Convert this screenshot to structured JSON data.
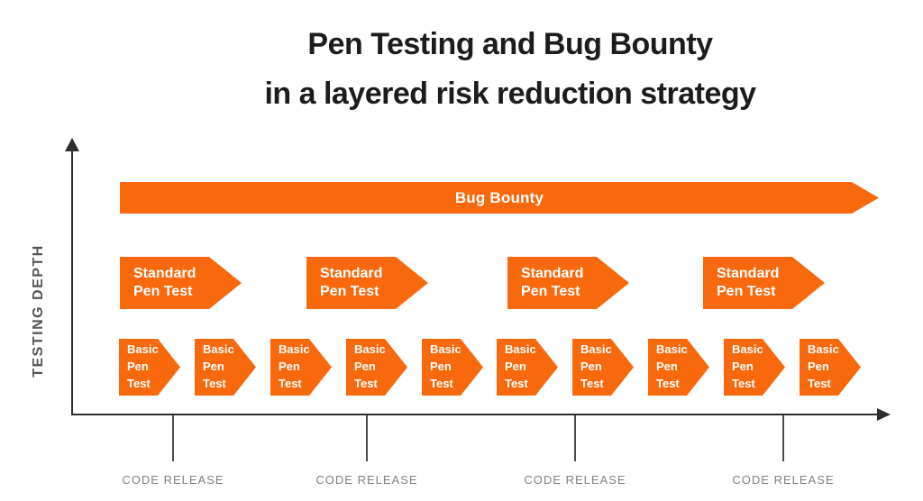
{
  "title": {
    "line1": "Pen Testing and Bug Bounty",
    "line2": "in a layered risk reduction strategy"
  },
  "colors": {
    "accent_orange": "#f8690d",
    "axis_dark": "#2e2e2e",
    "y_label_gray": "#55565a",
    "tick_label_gray": "#7e8185",
    "title_black": "#1c1c1e",
    "arrow_text_white": "#ffffff"
  },
  "y_axis": {
    "label": "TESTING DEPTH"
  },
  "bug_bounty": {
    "label": "Bug Bounty"
  },
  "standard_pen_tests": [
    {
      "label": "Standard Pen Test"
    },
    {
      "label": "Standard Pen Test"
    },
    {
      "label": "Standard Pen Test"
    },
    {
      "label": "Standard Pen Test"
    }
  ],
  "basic_pen_tests": [
    {
      "label": "Basic Pen Test"
    },
    {
      "label": "Basic Pen Test"
    },
    {
      "label": "Basic Pen Test"
    },
    {
      "label": "Basic Pen Test"
    },
    {
      "label": "Basic Pen Test"
    },
    {
      "label": "Basic Pen Test"
    },
    {
      "label": "Basic Pen Test"
    },
    {
      "label": "Basic Pen Test"
    },
    {
      "label": "Basic Pen Test"
    },
    {
      "label": "Basic Pen Test"
    }
  ],
  "x_axis_ticks": [
    {
      "label": "CODE RELEASE"
    },
    {
      "label": "CODE RELEASE"
    },
    {
      "label": "CODE RELEASE"
    },
    {
      "label": "CODE RELEASE"
    }
  ]
}
